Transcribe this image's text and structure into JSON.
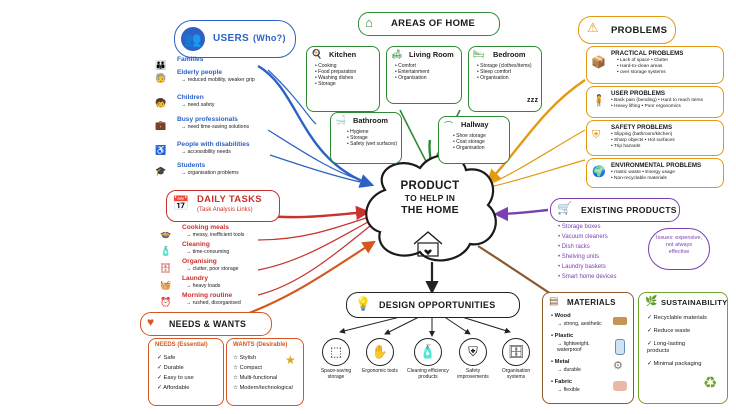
{
  "center": {
    "title_1": "PRODUCT",
    "title_2": "TO HELP IN",
    "title_3": "THE HOME"
  },
  "colors": {
    "users": "#2d62c4",
    "areas": "#2f8a34",
    "problems": "#e39a12",
    "tasks": "#c8332d",
    "existing": "#7a3fb2",
    "design": "#222222",
    "needs": "#d4571f",
    "materials": "#8a5a2c",
    "sustain": "#6fa52a"
  },
  "users": {
    "title": "USERS",
    "paren": "(Who?)",
    "items": [
      {
        "icon": "family-icon",
        "label": "Families",
        "note": ""
      },
      {
        "icon": "elderly-icon",
        "label": "Elderly people",
        "note": "→ reduced mobility, weaker grip"
      },
      {
        "icon": "child-icon",
        "label": "Children",
        "note": "→ need safety"
      },
      {
        "icon": "briefcase-icon",
        "label": "Busy professionals",
        "note": "→ need time-saving solutions"
      },
      {
        "icon": "wheelchair-icon",
        "label": "People with disabilities",
        "note": "→ accessibility needs"
      },
      {
        "icon": "student-icon",
        "label": "Students",
        "note": "→ organisation problems"
      }
    ]
  },
  "areas": {
    "title": "AREAS OF HOME",
    "kitchen": {
      "title": "Kitchen",
      "items": [
        "Cooking",
        "Food preparation",
        "Washing dishes",
        "Storage"
      ]
    },
    "living": {
      "title": "Living Room",
      "items": [
        "Comfort",
        "Entertainment",
        "Organisation"
      ]
    },
    "bedroom": {
      "title": "Bedroom",
      "items": [
        "Storage (clothes/items)",
        "Sleep comfort",
        "Organisation"
      ],
      "zzz": "zzz"
    },
    "bathroom": {
      "title": "Bathroom",
      "items": [
        "Hygiene",
        "Storage",
        "Safety (wet surfaces)"
      ]
    },
    "hallway": {
      "title": "Hallway",
      "items": [
        "Shoe storage",
        "Coat storage",
        "Organisation"
      ]
    }
  },
  "problems": {
    "title": "PROBLEMS",
    "practical": {
      "title": "PRACTICAL PROBLEMS",
      "items": [
        "• Lack of space  • Clutter",
        "• Hard-to-clean areas",
        "• over storage systems"
      ]
    },
    "user": {
      "title": "USER PROBLEMS",
      "items": [
        "• Back pain (bending)  • Hard to reach items",
        "• Heavy lifting  • Poor ergonomics"
      ]
    },
    "safety": {
      "title": "SAFETY PROBLEMS",
      "items": [
        "• Slipping (bathroom/kitchen)",
        "• Sharp objects  • Hot surfaces",
        "• Trip hazards"
      ]
    },
    "env": {
      "title": "ENVIRONMENTAL PROBLEMS",
      "items": [
        "• rrastic waste  • Energy usage",
        "• Non-recyclable materials"
      ]
    }
  },
  "tasks": {
    "title": "DAILY TASKS",
    "paren": "(Task Analysis Links)",
    "items": [
      {
        "label": "Cooking meals",
        "note": "→ messy, inefficient tools"
      },
      {
        "label": "Cleaning",
        "note": "→ time-consuming"
      },
      {
        "label": "Organising",
        "note": "→ clutter, poor storage"
      },
      {
        "label": "Laundry",
        "note": "→ heavy loads"
      },
      {
        "label": "Morning routine",
        "note": "→ rushed, disorganised"
      }
    ]
  },
  "existing": {
    "title": "EXISTING PRODUCTS",
    "items": [
      "Storage boxes",
      "Vacuum cleaners",
      "Dish racks",
      "Shelving units",
      "Laundry baskets",
      "Smart home devices"
    ],
    "issues": "Issues: expensive, not always effective"
  },
  "design": {
    "title": "DESIGN OPPORTUNITIES",
    "items": [
      "Space-saving storage",
      "Ergonomic tools",
      "Cleaning efficiency products",
      "Safety improvements",
      "Organisation systems"
    ]
  },
  "needs": {
    "title": "NEEDS & WANTS",
    "needs_title": "NEEDS (Essential)",
    "needs_items": [
      "Safe",
      "Durable",
      "Easy to use",
      "Affordable"
    ],
    "wants_title": "WANTS (Desirable)",
    "wants_items": [
      "Stylish",
      "Compact",
      "Multi-functional",
      "Modern/technological"
    ]
  },
  "materials": {
    "title": "MATERIALS",
    "items": [
      {
        "label": "Wood",
        "note": "→ strong, aesthetic"
      },
      {
        "label": "Plastic",
        "note": "→ lightweight, waterproof"
      },
      {
        "label": "Metal",
        "note": "→ durable"
      },
      {
        "label": "Fabric",
        "note": "→ flexible"
      }
    ]
  },
  "sustain": {
    "title": "SUSTAINABILITY",
    "items": [
      "Recyclable materials",
      "Reduce waste",
      "Long-lasting products",
      "Minimal packaging"
    ]
  }
}
